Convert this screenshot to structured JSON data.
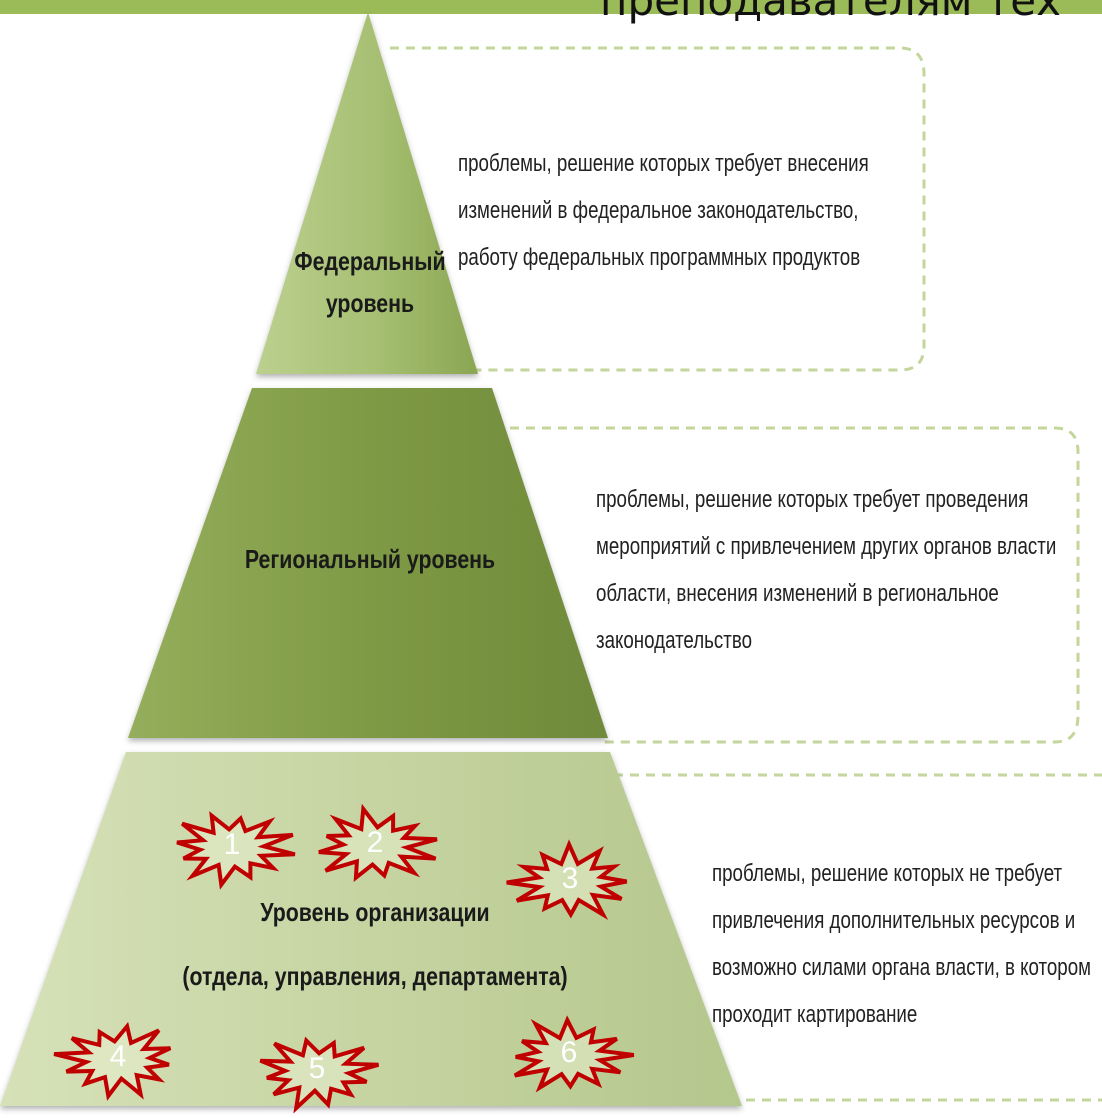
{
  "header": {
    "title": "преподавателям тех"
  },
  "colors": {
    "bar": "#9bbb59",
    "tier_top": "#a6bf72",
    "tier_middle": "#7f9a45",
    "tier_bottom": "#c6d4a2",
    "dash": "#c3d69b",
    "star_fill": "#e7eecd",
    "star_stroke": "#c00000"
  },
  "tiers": [
    {
      "label_lines": [
        "Федеральный",
        "уровень"
      ]
    },
    {
      "label_lines": [
        "Региональный уровень"
      ]
    },
    {
      "label_lines": [
        "Уровень организации",
        "(отдела, управления, департамента)"
      ]
    }
  ],
  "descriptions": [
    {
      "lines": [
        "проблемы, решение которых требует внесения",
        "изменений в федеральное законодательство,",
        "работу федеральных программных продуктов"
      ]
    },
    {
      "lines": [
        "проблемы, решение которых требует проведения",
        "мероприятий с привлечением других органов власти",
        "области, внесения изменений в региональное",
        "законодательство"
      ]
    },
    {
      "lines": [
        "проблемы, решение которых не требует",
        "привлечения дополнительных ресурсов и",
        "возможно силами органа власти, в котором",
        "проходит картирование"
      ]
    }
  ],
  "problem_markers": [
    {
      "number": "1",
      "icon": "explosion-star-icon"
    },
    {
      "number": "2",
      "icon": "explosion-star-icon"
    },
    {
      "number": "3",
      "icon": "explosion-star-icon"
    },
    {
      "number": "4",
      "icon": "explosion-star-icon"
    },
    {
      "number": "5",
      "icon": "explosion-star-icon"
    },
    {
      "number": "6",
      "icon": "explosion-star-icon"
    }
  ]
}
